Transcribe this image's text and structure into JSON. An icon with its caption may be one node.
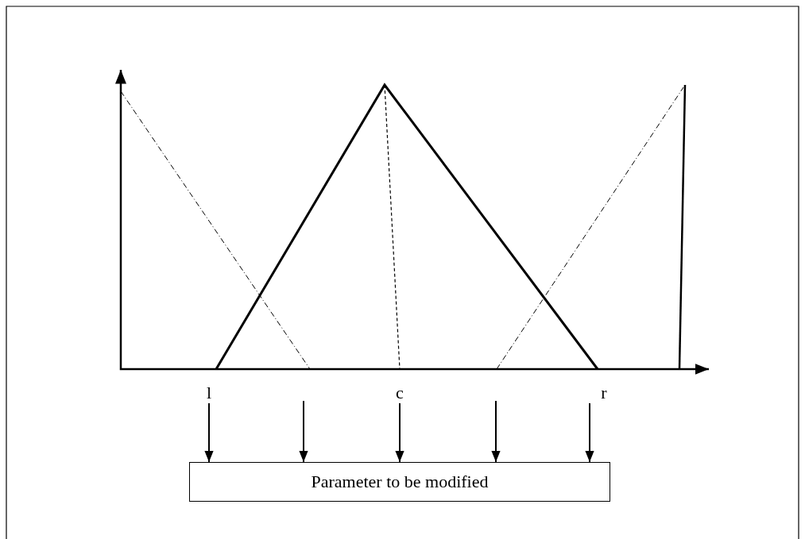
{
  "diagram": {
    "nodes": [
      {
        "text": [
          "l"
        ]
      },
      {
        "text": [
          "c"
        ]
      },
      {
        "text": [
          "r"
        ]
      },
      {
        "text": [
          "Parameter to be modified"
        ]
      }
    ],
    "edges": [
      {
        "from": 0,
        "to": 3,
        "arrow": "to"
      },
      {
        "from": null,
        "to": 3,
        "arrow": "to"
      },
      {
        "from": 1,
        "to": 3,
        "arrow": "to"
      },
      {
        "from": null,
        "to": 3,
        "arrow": "to"
      },
      {
        "from": 2,
        "to": 3,
        "arrow": "to"
      }
    ]
  }
}
